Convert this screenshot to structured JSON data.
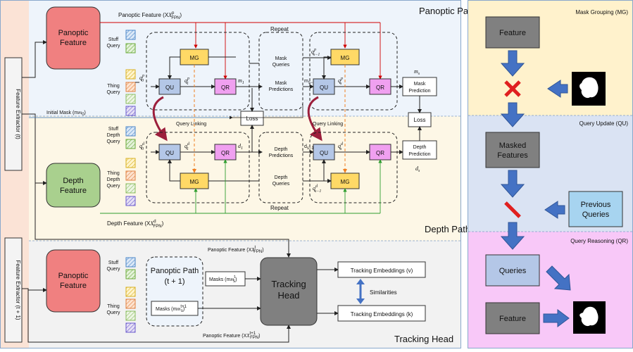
{
  "panels": {
    "panoptic_path": "Panoptic Path",
    "depth_path": "Depth Path",
    "tracking_head": "Tracking Head",
    "mask_grouping": "Mask Grouping (MG)",
    "query_update": "Query Update (QU)",
    "query_reasoning": "Query Reasoning (QR)"
  },
  "extractors": {
    "t": "Feature Extractor (t)",
    "t1": "Feature Extractor (t + 1)"
  },
  "features": {
    "panoptic": [
      "Panoptic",
      "Feature"
    ],
    "depth": [
      "Depth",
      "Feature"
    ],
    "panoptic2": [
      "Panoptic",
      "Feature"
    ]
  },
  "queries": {
    "stuff": [
      "Stuff",
      "Query"
    ],
    "thing": [
      "Thing",
      "Query"
    ],
    "stuff_depth": [
      "Stuff",
      "Depth",
      "Query"
    ],
    "thing_depth": [
      "Thing",
      "Depth",
      "Query"
    ],
    "stuff2": [
      "Stuff",
      "Query"
    ],
    "thing2": [
      "Thing",
      "Query"
    ]
  },
  "labels": {
    "panoptic_feature_fpn": "Panoptic Feature (X",
    "depth_feature_fpn": "Depth  Feature (X",
    "panoptic_feature_t": "Panoptic Feature (X",
    "panoptic_feature_t1": "Panoptic Feature (X",
    "repeat_top": "Repeat",
    "repeat_bottom": "Repeat",
    "initial_mask": "Initial Mask (m",
    "query_linking_1": "Query Linking",
    "query_linking_2": "Query Linking",
    "loss_1": "Loss",
    "loss_2": "Loss",
    "mask_queries": [
      "Mask",
      "Queries"
    ],
    "mask_predictions": [
      "Mask",
      "Predictions"
    ],
    "depth_predictions": [
      "Depth",
      "Predictions"
    ],
    "depth_queries": [
      "Depth",
      "Queries"
    ],
    "mask_prediction": [
      "Mask",
      "Prediction"
    ],
    "depth_prediction": [
      "Depth",
      "Prediction"
    ],
    "mg": "MG",
    "qu": "QU",
    "qr": "QR",
    "panoptic_path_t1": [
      "Panoptic Path",
      "(t + 1)"
    ],
    "masks_s": "Masks (m",
    "masks_s1": "Masks (m",
    "tracking_head_box": [
      "Tracking",
      "Head"
    ],
    "tracking_emb_v": "Tracking Embeddings (v)",
    "tracking_emb_k": "Tracking Embeddings (k)",
    "similarities": "Similarities"
  },
  "right_panel": {
    "feature_1": "Feature",
    "masked_features": [
      "Masked",
      "Features"
    ],
    "previous_queries": [
      "Previous",
      "Queries"
    ],
    "queries": "Queries",
    "feature_2": "Feature"
  },
  "colors": {
    "panoptic_bg": "#eef4fb",
    "depth_bg": "#fdf7e6",
    "tracking_bg": "#f2f2f2",
    "extractor_bg": "#fbe3d6",
    "panoptic_red": "#f08080",
    "depth_green": "#a9d08e",
    "mg_orange": "#ffd966",
    "qu_blue": "#b4c7e7",
    "qr_pink": "#f0a0f0",
    "tracking_gray": "#808080",
    "mg_panel": "#fff2cc",
    "qu_panel": "#dae3f3",
    "qr_panel": "#f8c8f8",
    "arrow_blue": "#4472c4",
    "cross_red": "#e02020"
  }
}
